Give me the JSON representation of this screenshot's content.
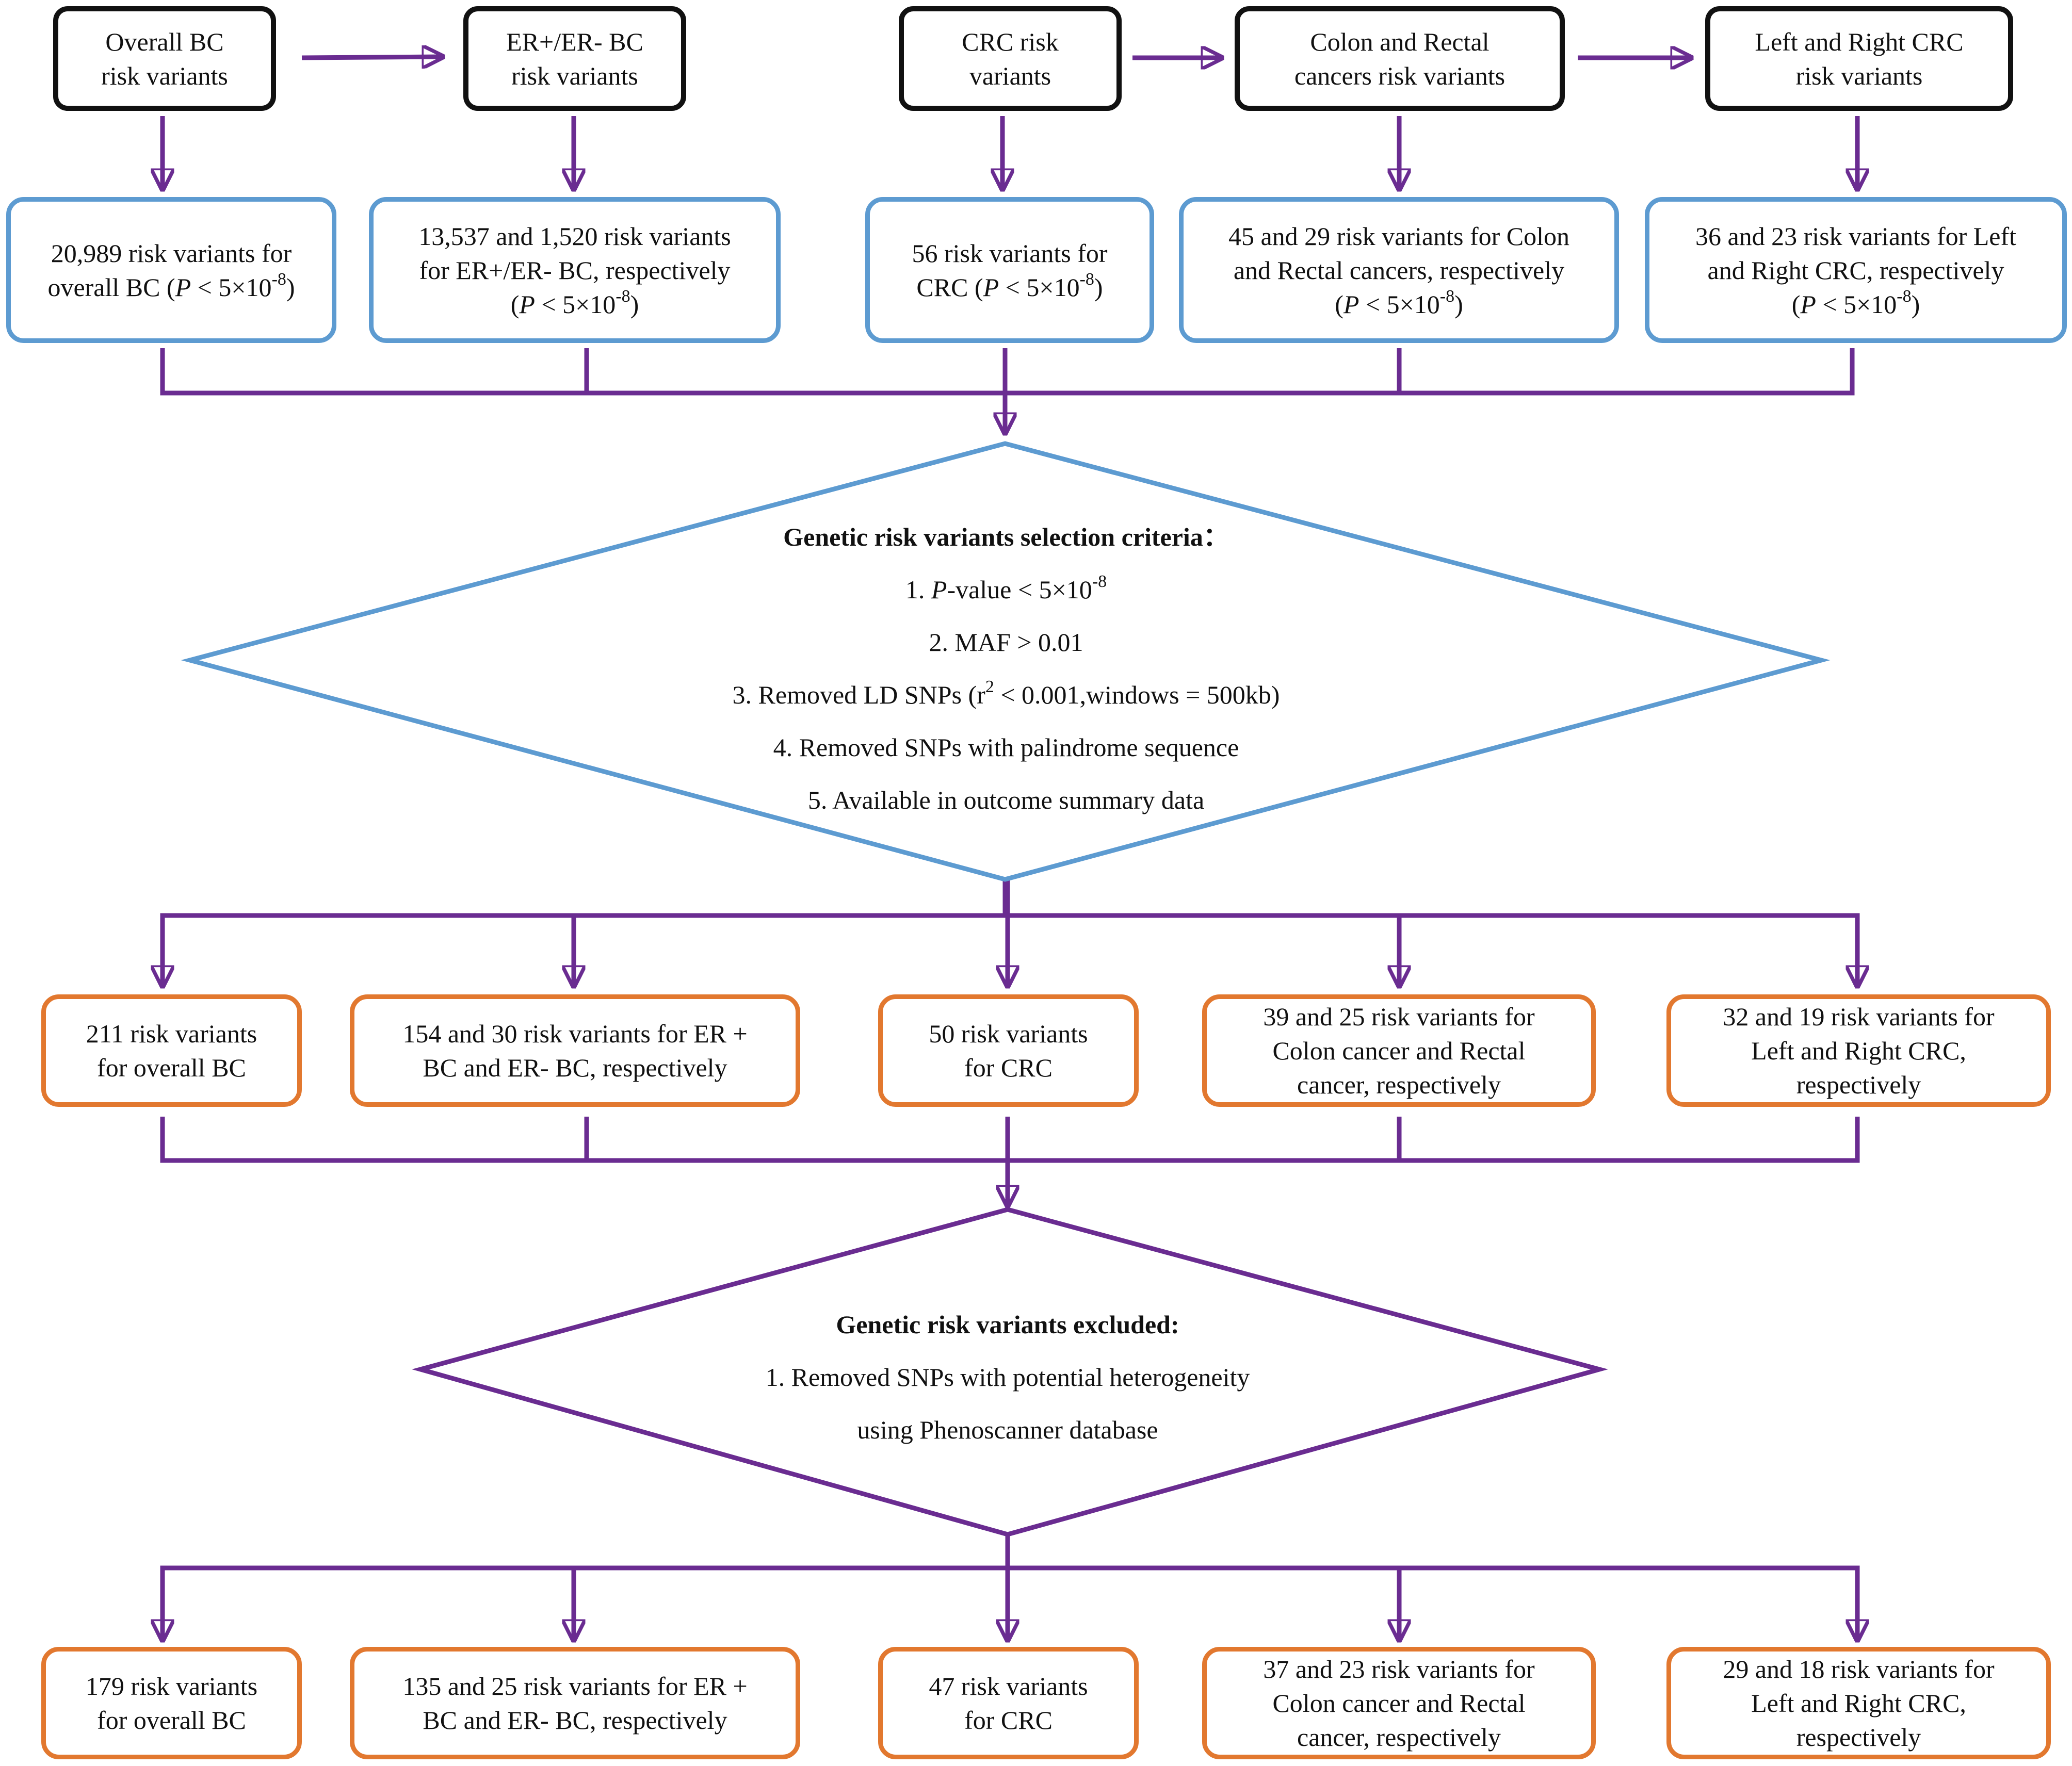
{
  "colors": {
    "black_box": "#111111",
    "blue_box": "#5d9bd1",
    "orange_box": "#e2782f",
    "arrow": "#6a2c91"
  },
  "top_boxes": [
    {
      "text": "Overall BC\nrisk variants"
    },
    {
      "text": "ER+/ER- BC\nrisk variants"
    },
    {
      "text": "CRC risk\nvariants"
    },
    {
      "text": "Colon and Rectal\ncancers  risk variants"
    },
    {
      "text": "Left and Right CRC\nrisk variants"
    }
  ],
  "gwas_boxes": [
    {
      "text": "20,989  risk variants for\noverall BC (P < 5×10-8)"
    },
    {
      "text": "13,537 and 1,520 risk variants\nfor ER+/ER- BC, respectively\n(P < 5×10-8)"
    },
    {
      "text": "56  risk variants for\nCRC (P < 5×10-8)"
    },
    {
      "text": "45 and 29 risk variants for Colon\nand Rectal cancers, respectively\n(P < 5×10-8)"
    },
    {
      "text": "36 and 23 risk variants for Left\nand Right CRC, respectively\n(P < 5×10-8)"
    }
  ],
  "selection_criteria": {
    "title": "Genetic risk variants selection criteria：",
    "items": [
      "1. P-value < 5×10-8",
      "2. MAF > 0.01",
      "3. Removed LD SNPs (r2 < 0.001,windows = 500kb)",
      "4. Removed SNPs with palindrome sequence",
      "5. Available in outcome summary data"
    ]
  },
  "selected_boxes": [
    {
      "text": "211  risk variants\nfor overall BC"
    },
    {
      "text": "154 and 30  risk variants  for ER +\nBC and ER- BC, respectively"
    },
    {
      "text": "50  risk variants\nfor CRC"
    },
    {
      "text": "39 and 25  risk variants  for\nColon cancer and Rectal\ncancer, respectively"
    },
    {
      "text": "32 and 19  risk variants for\nLeft and Right CRC,\nrespectively"
    }
  ],
  "exclusion_criteria": {
    "title": "Genetic risk variants excluded:",
    "items": [
      "1. Removed SNPs with potential heterogeneity",
      "using Phenoscanner database"
    ]
  },
  "final_boxes": [
    {
      "text": "179  risk variants\nfor overall BC"
    },
    {
      "text": "135 and 25  risk variants  for ER +\nBC and ER- BC, respectively"
    },
    {
      "text": "47  risk variants\nfor CRC"
    },
    {
      "text": "37 and 23  risk variants  for\nColon cancer and Rectal\ncancer, respectively"
    },
    {
      "text": "29 and 18  risk variants for\nLeft and Right CRC,\nrespectively"
    }
  ]
}
